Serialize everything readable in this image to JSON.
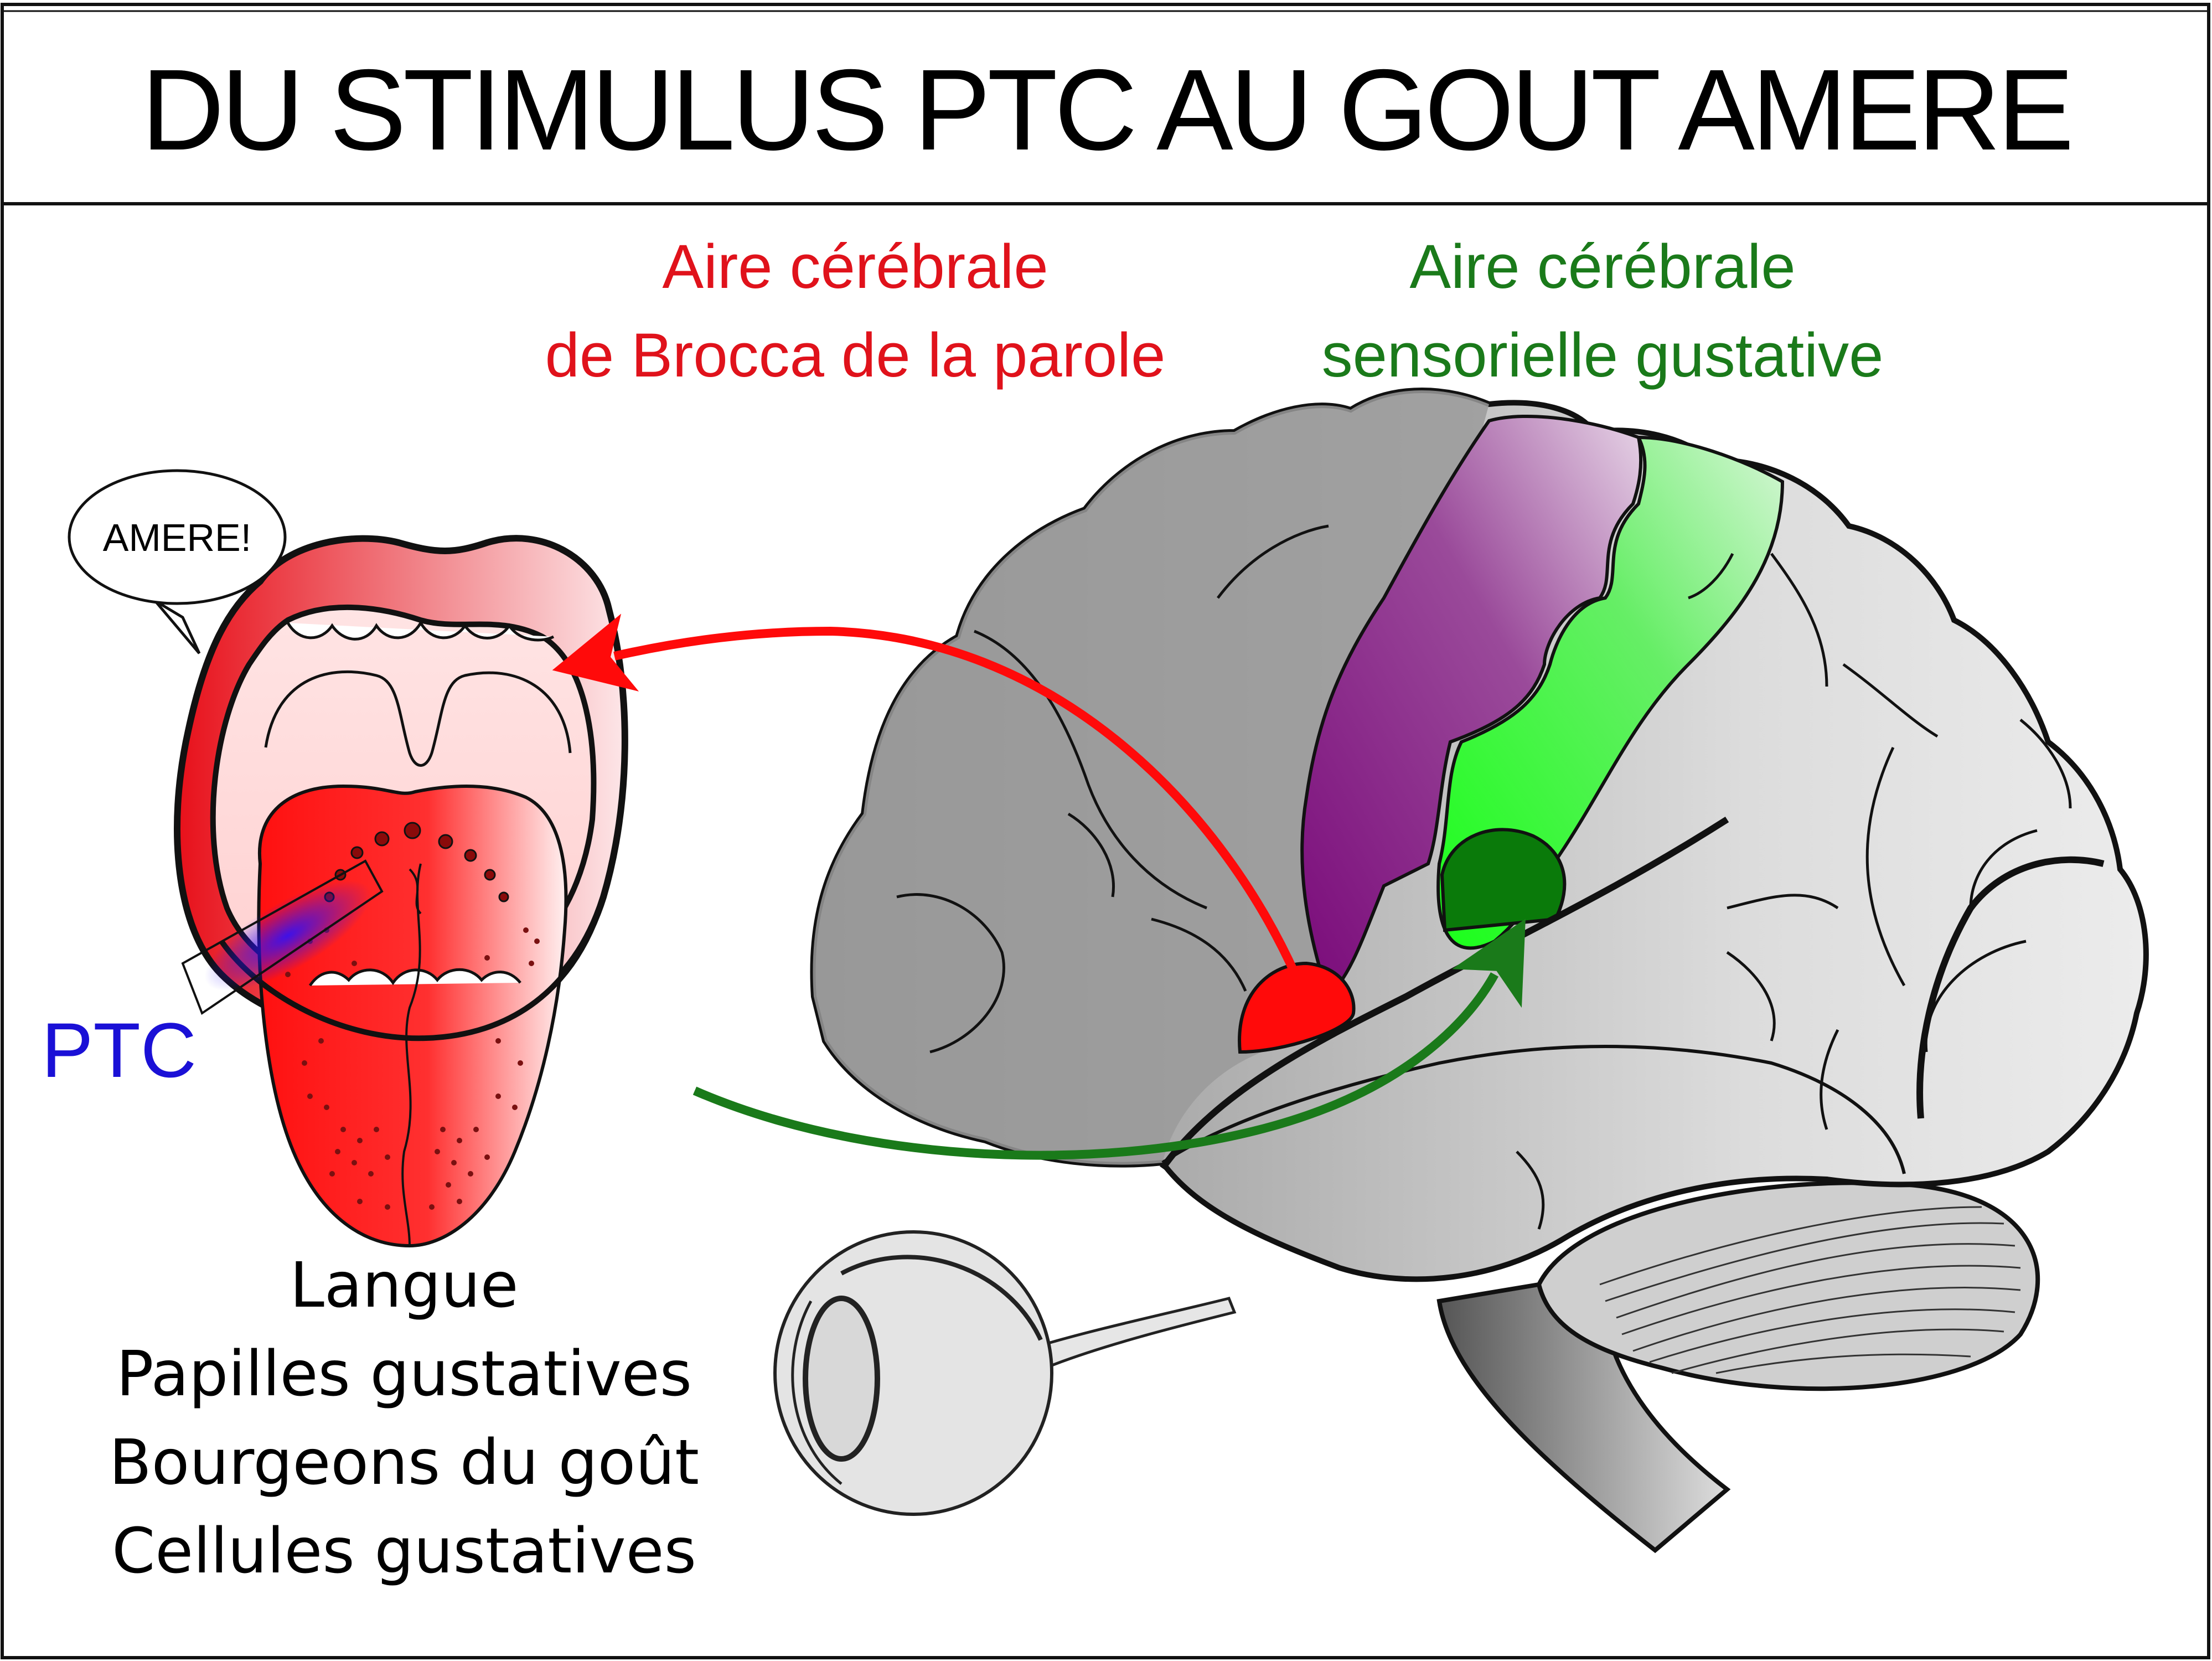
{
  "title": "DU STIMULUS PTC AU GOUT AMERE",
  "labels": {
    "broca_line1": "Aire cérébrale",
    "broca_line2": "de Brocca de la parole",
    "gustative_line1": "Aire cérébrale",
    "gustative_line2": "sensorielle gustative",
    "ptc": "PTC",
    "speech_bubble": "AMERE!"
  },
  "legend": {
    "line1": "Langue",
    "line2": "Papilles gustatives",
    "line3": "Bourgeons du goût",
    "line4": "Cellules gustatives"
  },
  "colors": {
    "broca_area": "#ff0000",
    "broca_arrow": "#ff0a0a",
    "gustative_area": "#33ff33",
    "gustative_dark": "#0a7a0a",
    "gustative_arrow": "#1a7a1a",
    "motor_strip": "#8a1a8a",
    "ptc": "#1a10d6",
    "tongue": "#ff2020",
    "brain_dark": "#9a9a9a",
    "brain_light": "#e2e2e2"
  },
  "icons": {
    "brain": "brain-illustration",
    "tongue": "open-mouth-tongue-illustration",
    "eye": "eye-illustration"
  }
}
